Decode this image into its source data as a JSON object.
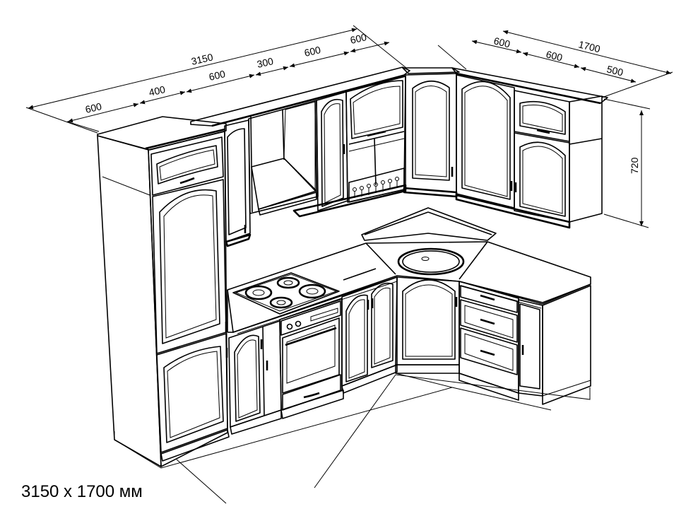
{
  "dimensions": {
    "total_left": "3150",
    "total_right": "1700",
    "height": "720",
    "left_segments": [
      "600",
      "400",
      "600",
      "300",
      "600",
      "600"
    ],
    "right_segments": [
      "600",
      "600",
      "500"
    ]
  },
  "caption": "3150 x 1700 мм",
  "colors": {
    "line": "#000000",
    "background": "#ffffff"
  }
}
